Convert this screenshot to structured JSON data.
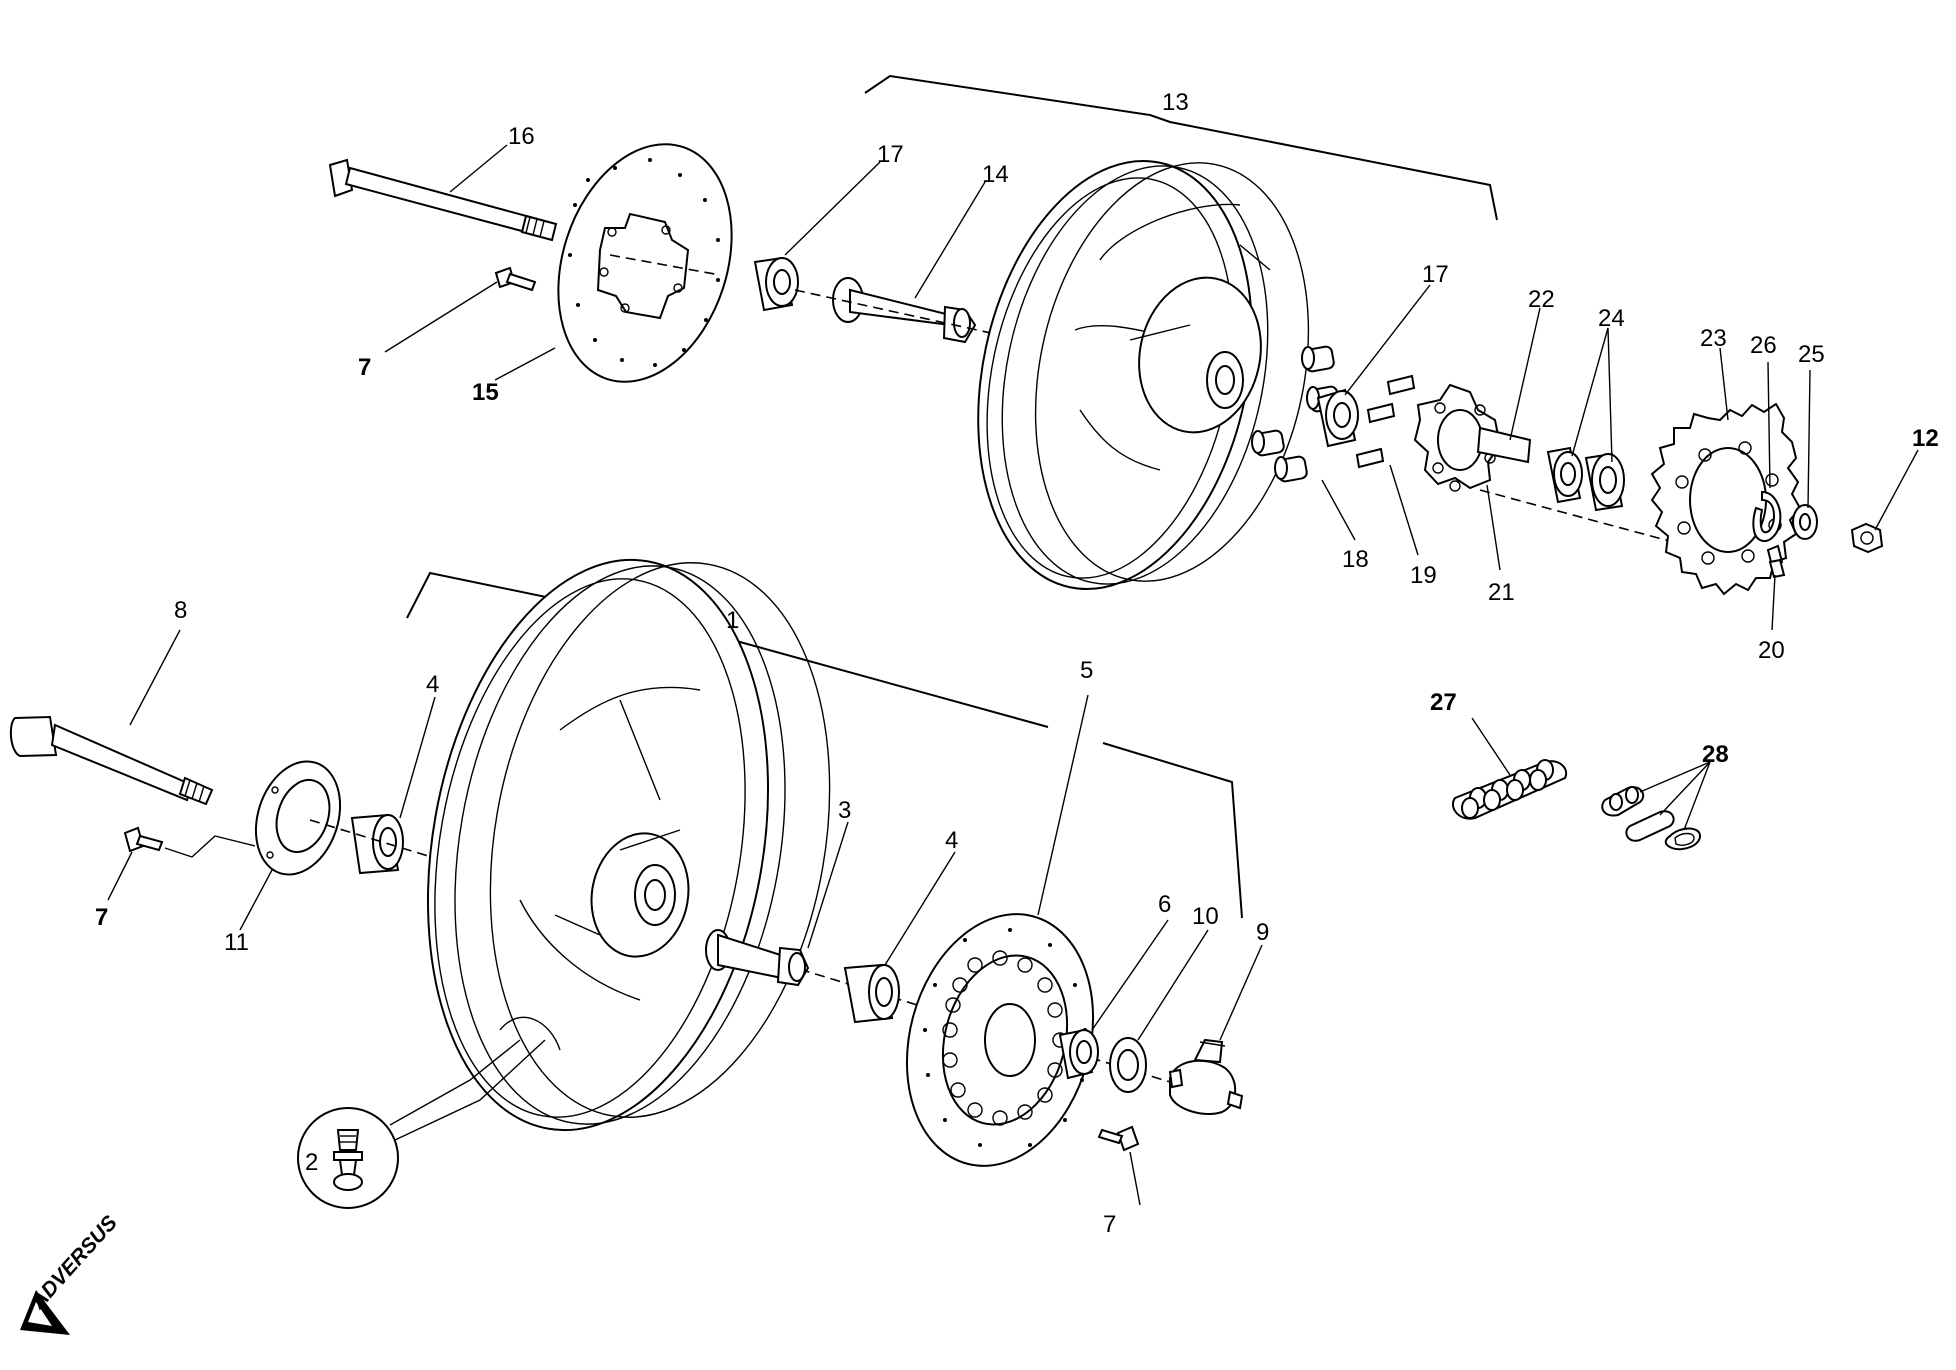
{
  "logo_text": "ADVERSUS",
  "labels": [
    {
      "id": "13",
      "text": "13",
      "bold": false
    },
    {
      "id": "16",
      "text": "16",
      "bold": false
    },
    {
      "id": "17a",
      "text": "17",
      "bold": false
    },
    {
      "id": "14",
      "text": "14",
      "bold": false
    },
    {
      "id": "7a",
      "text": "7",
      "bold": true
    },
    {
      "id": "15",
      "text": "15",
      "bold": true
    },
    {
      "id": "17b",
      "text": "17",
      "bold": false
    },
    {
      "id": "22",
      "text": "22",
      "bold": false
    },
    {
      "id": "24",
      "text": "24",
      "bold": false
    },
    {
      "id": "23",
      "text": "23",
      "bold": false
    },
    {
      "id": "26",
      "text": "26",
      "bold": false
    },
    {
      "id": "25",
      "text": "25",
      "bold": false
    },
    {
      "id": "12",
      "text": "12",
      "bold": true
    },
    {
      "id": "18",
      "text": "18",
      "bold": false
    },
    {
      "id": "19",
      "text": "19",
      "bold": false
    },
    {
      "id": "21",
      "text": "21",
      "bold": false
    },
    {
      "id": "20",
      "text": "20",
      "bold": false
    },
    {
      "id": "8",
      "text": "8",
      "bold": false
    },
    {
      "id": "1",
      "text": "1",
      "bold": false
    },
    {
      "id": "4a",
      "text": "4",
      "bold": false
    },
    {
      "id": "5",
      "text": "5",
      "bold": false
    },
    {
      "id": "3",
      "text": "3",
      "bold": false
    },
    {
      "id": "4b",
      "text": "4",
      "bold": false
    },
    {
      "id": "6",
      "text": "6",
      "bold": false
    },
    {
      "id": "10",
      "text": "10",
      "bold": false
    },
    {
      "id": "9",
      "text": "9",
      "bold": false
    },
    {
      "id": "27",
      "text": "27",
      "bold": true
    },
    {
      "id": "28",
      "text": "28",
      "bold": true
    },
    {
      "id": "7b",
      "text": "7",
      "bold": false
    },
    {
      "id": "11",
      "text": "11",
      "bold": false
    },
    {
      "id": "2",
      "text": "2",
      "bold": false
    },
    {
      "id": "7c",
      "text": "7",
      "bold": true
    }
  ]
}
